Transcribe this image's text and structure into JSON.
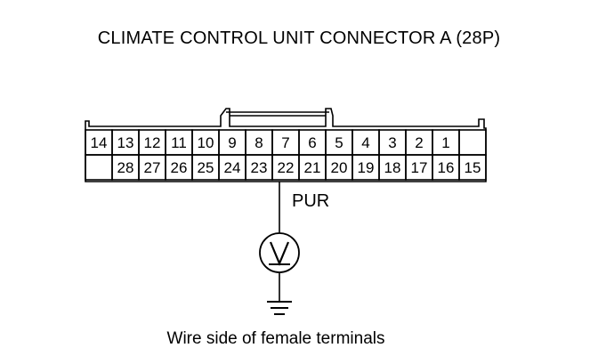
{
  "diagram": {
    "title": "CLIMATE CONTROL UNIT CONNECTOR A (28P)",
    "caption": "Wire side of female terminals",
    "wire_color": "PUR",
    "meter_symbol": "V",
    "icons": [
      "voltmeter-icon",
      "ground-icon"
    ],
    "connector": {
      "top_row": [
        "14",
        "13",
        "12",
        "11",
        "10",
        "9",
        "8",
        "7",
        "6",
        "5",
        "4",
        "3",
        "2",
        "1",
        ""
      ],
      "bottom_row": [
        "",
        "28",
        "27",
        "26",
        "25",
        "24",
        "23",
        "22",
        "21",
        "20",
        "19",
        "18",
        "17",
        "16",
        "15"
      ],
      "probed_terminal": "22"
    }
  }
}
